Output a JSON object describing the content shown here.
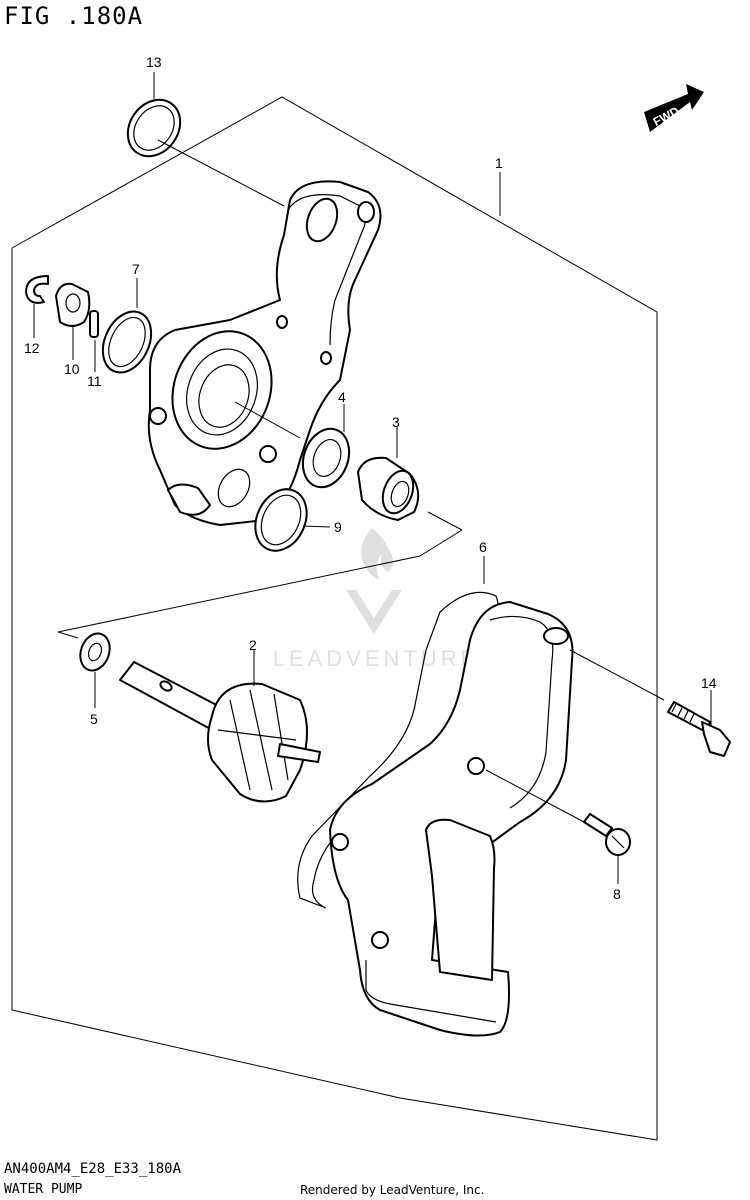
{
  "figure": {
    "title": "FIG .180A",
    "code": "AN400AM4_E28_E33_180A",
    "name": "WATER PUMP",
    "credit": "Rendered by LeadVenture, Inc.",
    "watermark": "LEADVENTURE",
    "direction_label": "FWD"
  },
  "callouts": [
    "1",
    "2",
    "3",
    "4",
    "5",
    "6",
    "7",
    "8",
    "9",
    "10",
    "11",
    "12",
    "13",
    "14"
  ]
}
